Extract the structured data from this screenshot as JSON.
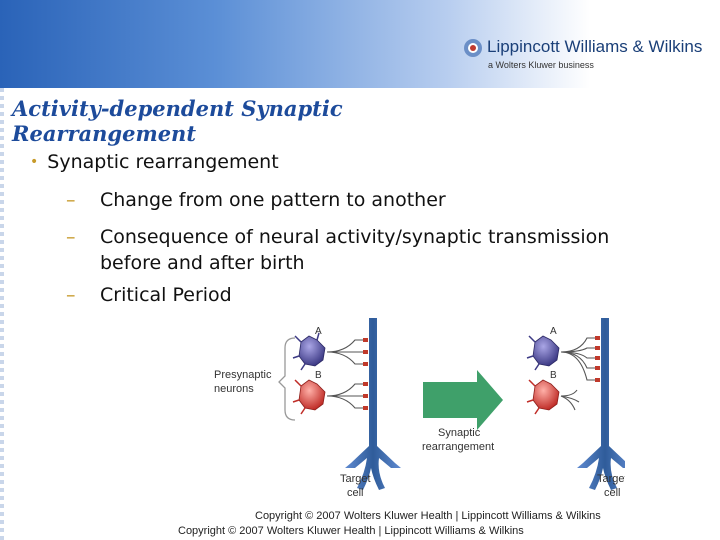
{
  "header": {
    "logo_name": "Lippincott Williams & Wilkins",
    "logo_sub": "a Wolters Kluwer business"
  },
  "slide": {
    "title": "Activity-dependent Synaptic Rearrangement",
    "bullet": "Synaptic rearrangement",
    "sub_bullets": [
      "Change from one pattern to another",
      "Consequence of neural activity/synaptic transmission before and after birth",
      "Critical Period"
    ]
  },
  "figure": {
    "presynaptic_label_1": "Presynaptic",
    "presynaptic_label_2": "neurons",
    "label_a": "A",
    "label_b": "B",
    "arrow_label_1": "Synaptic",
    "arrow_label_2": "rearrangement",
    "target_label_1": "Target",
    "target_label_2": "cell",
    "colors": {
      "neuron_a": "#4e4a9e",
      "neuron_b": "#d8403a",
      "target": "#2f5c9a",
      "arrow": "#3fa06a"
    }
  },
  "footer": {
    "copyright_figure": "Copyright © 2007 Wolters Kluwer Health | Lippincott Williams & Wilkins",
    "copyright_slide": "Copyright © 2007 Wolters Kluwer Health | Lippincott Williams & Wilkins"
  }
}
